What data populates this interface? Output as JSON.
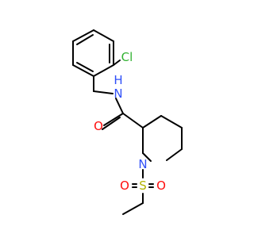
{
  "molecule": {
    "atoms": [
      {
        "id": "Cl",
        "label": "Cl",
        "color": "#32b232"
      },
      {
        "id": "N_amide",
        "label": "N",
        "color": "#3050f8"
      },
      {
        "id": "H_amide",
        "label": "H",
        "color": "#3050f8"
      },
      {
        "id": "O_carbonyl",
        "label": "O",
        "color": "#ff0d0d"
      },
      {
        "id": "N_ring",
        "label": "N",
        "color": "#3050f8"
      },
      {
        "id": "S",
        "label": "S",
        "color": "#b2b200"
      },
      {
        "id": "O_left",
        "label": "O",
        "color": "#ff0d0d"
      },
      {
        "id": "O_right",
        "label": "O",
        "color": "#ff0d0d"
      }
    ],
    "bond_color": "#000000",
    "background": "#ffffff"
  }
}
